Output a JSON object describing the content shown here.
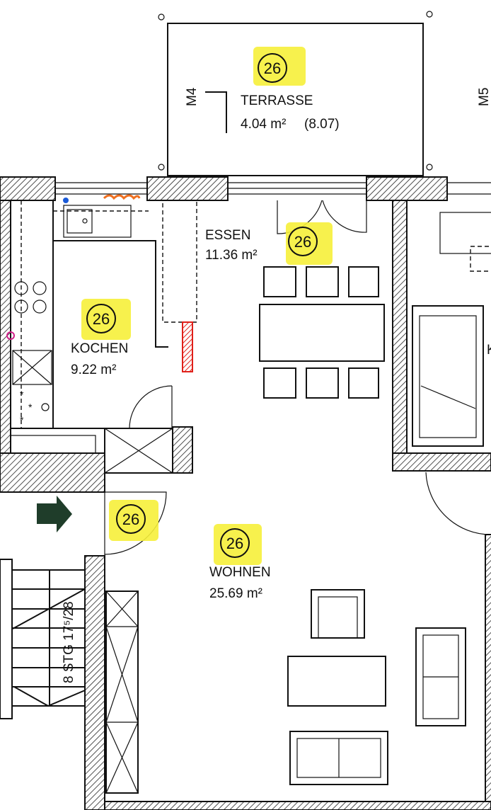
{
  "plan": {
    "unit_number": "26",
    "rooms": {
      "terrasse": {
        "badge": "26",
        "name": "TERRASSE",
        "area": "4.04 m²",
        "area_full": "(8.07)"
      },
      "essen": {
        "badge": "26",
        "name": "ESSEN",
        "area": "11.36 m²"
      },
      "kochen": {
        "badge": "26",
        "name": "KOCHEN",
        "area": "9.22 m²"
      },
      "wohnen": {
        "badge": "26",
        "name": "WOHNEN",
        "area": "25.69 m²"
      },
      "entry": {
        "badge": "26"
      },
      "right_room": {
        "name_partial": "K"
      }
    },
    "markers": {
      "m4": "M4",
      "m5": "M5"
    },
    "stairs": {
      "label": "8 STG 17⁵/28"
    },
    "colors": {
      "highlight": "#f6f03a",
      "annotation_red": "#e0201a",
      "annotation_orange": "#f07020",
      "annotation_blue": "#1a5ad8",
      "annotation_pink": "#d0208a",
      "arrow": "#1f3d2a"
    }
  }
}
